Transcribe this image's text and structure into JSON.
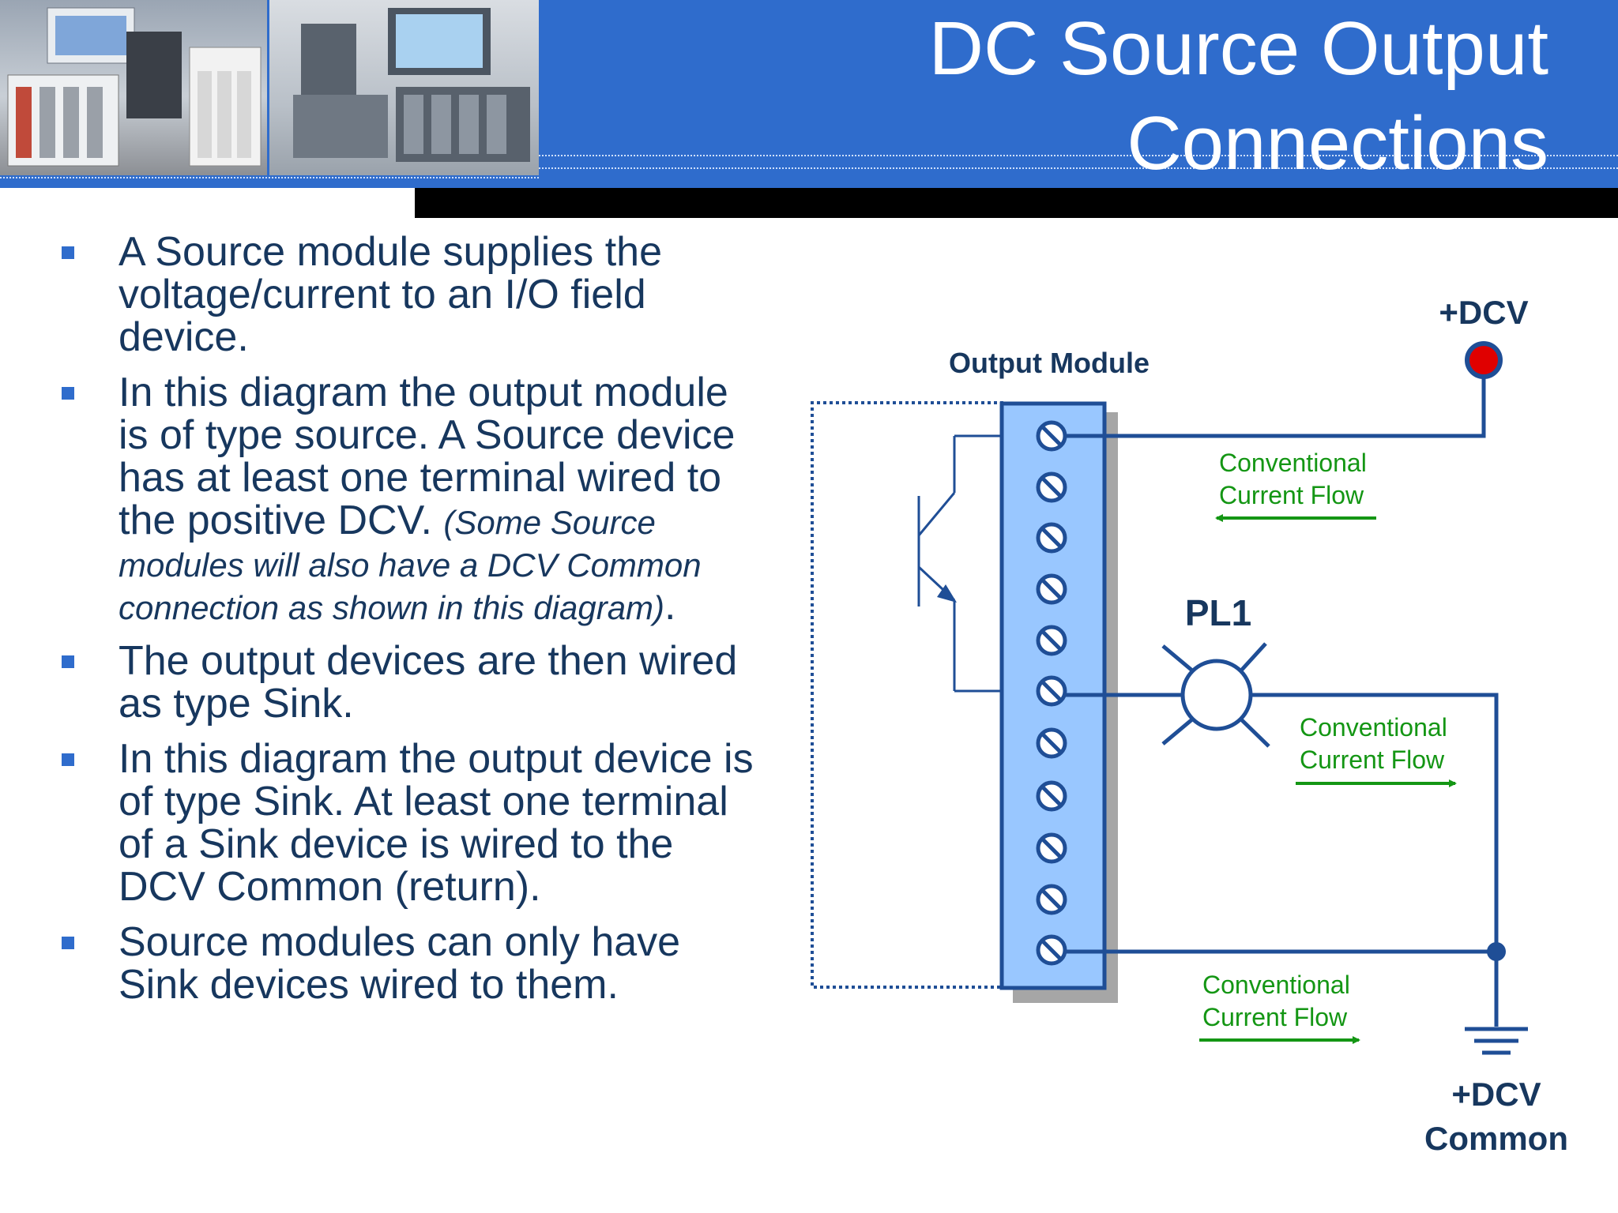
{
  "title": "DC Source Output Connections",
  "bullets": [
    {
      "text": "A Source module supplies the voltage/current to an I/O field device."
    },
    {
      "text": "In this diagram the output module is of type source. A Source device has at least one terminal wired to the positive DCV. ",
      "note": "(Some Source modules will also have a DCV Common connection as shown in this diagram)",
      "after": "."
    },
    {
      "text": "The output devices are then wired as type Sink."
    },
    {
      "text": "In this diagram the output device is of type Sink. At least one terminal of a Sink device is wired to the DCV Common (return)."
    },
    {
      "text": "Source modules can only have Sink devices wired to them."
    }
  ],
  "diagram": {
    "module_label": "Output Module",
    "supply_label": "+DCV",
    "lamp_label": "PL1",
    "common_label_line1": "+DCV",
    "common_label_line2": "Common",
    "flow1_line1": "Conventional",
    "flow1_line2": "Current Flow",
    "flow2_line1": "Conventional",
    "flow2_line2": "Current Flow",
    "flow3_line1": "Conventional",
    "flow3_line2": "Current Flow",
    "colors": {
      "wire": "#1f4e96",
      "module_fill": "#99c7ff",
      "flow": "#149614",
      "supply_dot": "#e00000",
      "label": "#17375e"
    }
  }
}
